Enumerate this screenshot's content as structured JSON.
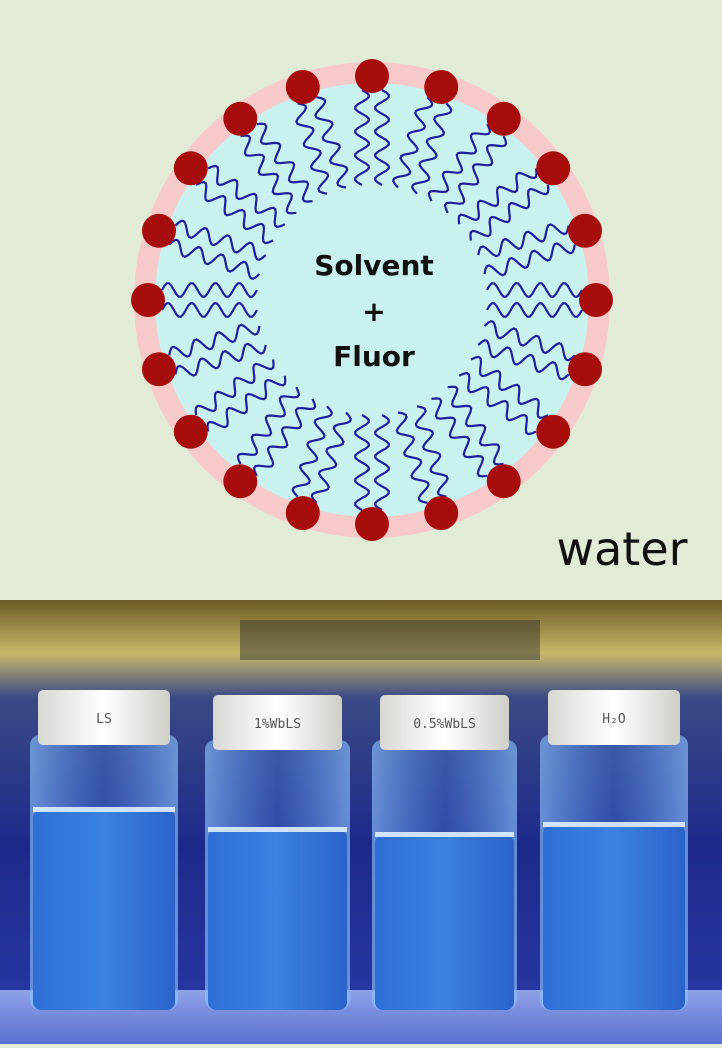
{
  "micelle": {
    "core_line1": "Solvent",
    "core_line2": "+",
    "core_line3": "Fluor",
    "outside_label": "water",
    "colors": {
      "background": "#e2ebd5",
      "shell": "#f7c9c9",
      "core": "#c8f1ef",
      "head": "#a80d0d",
      "tail": "#1f1f9c"
    },
    "surfactant_count": 20
  },
  "vials": [
    {
      "label": "LS"
    },
    {
      "label": "1%WbLS"
    },
    {
      "label": "0.5%WbLS"
    },
    {
      "label": "H₂O"
    }
  ]
}
